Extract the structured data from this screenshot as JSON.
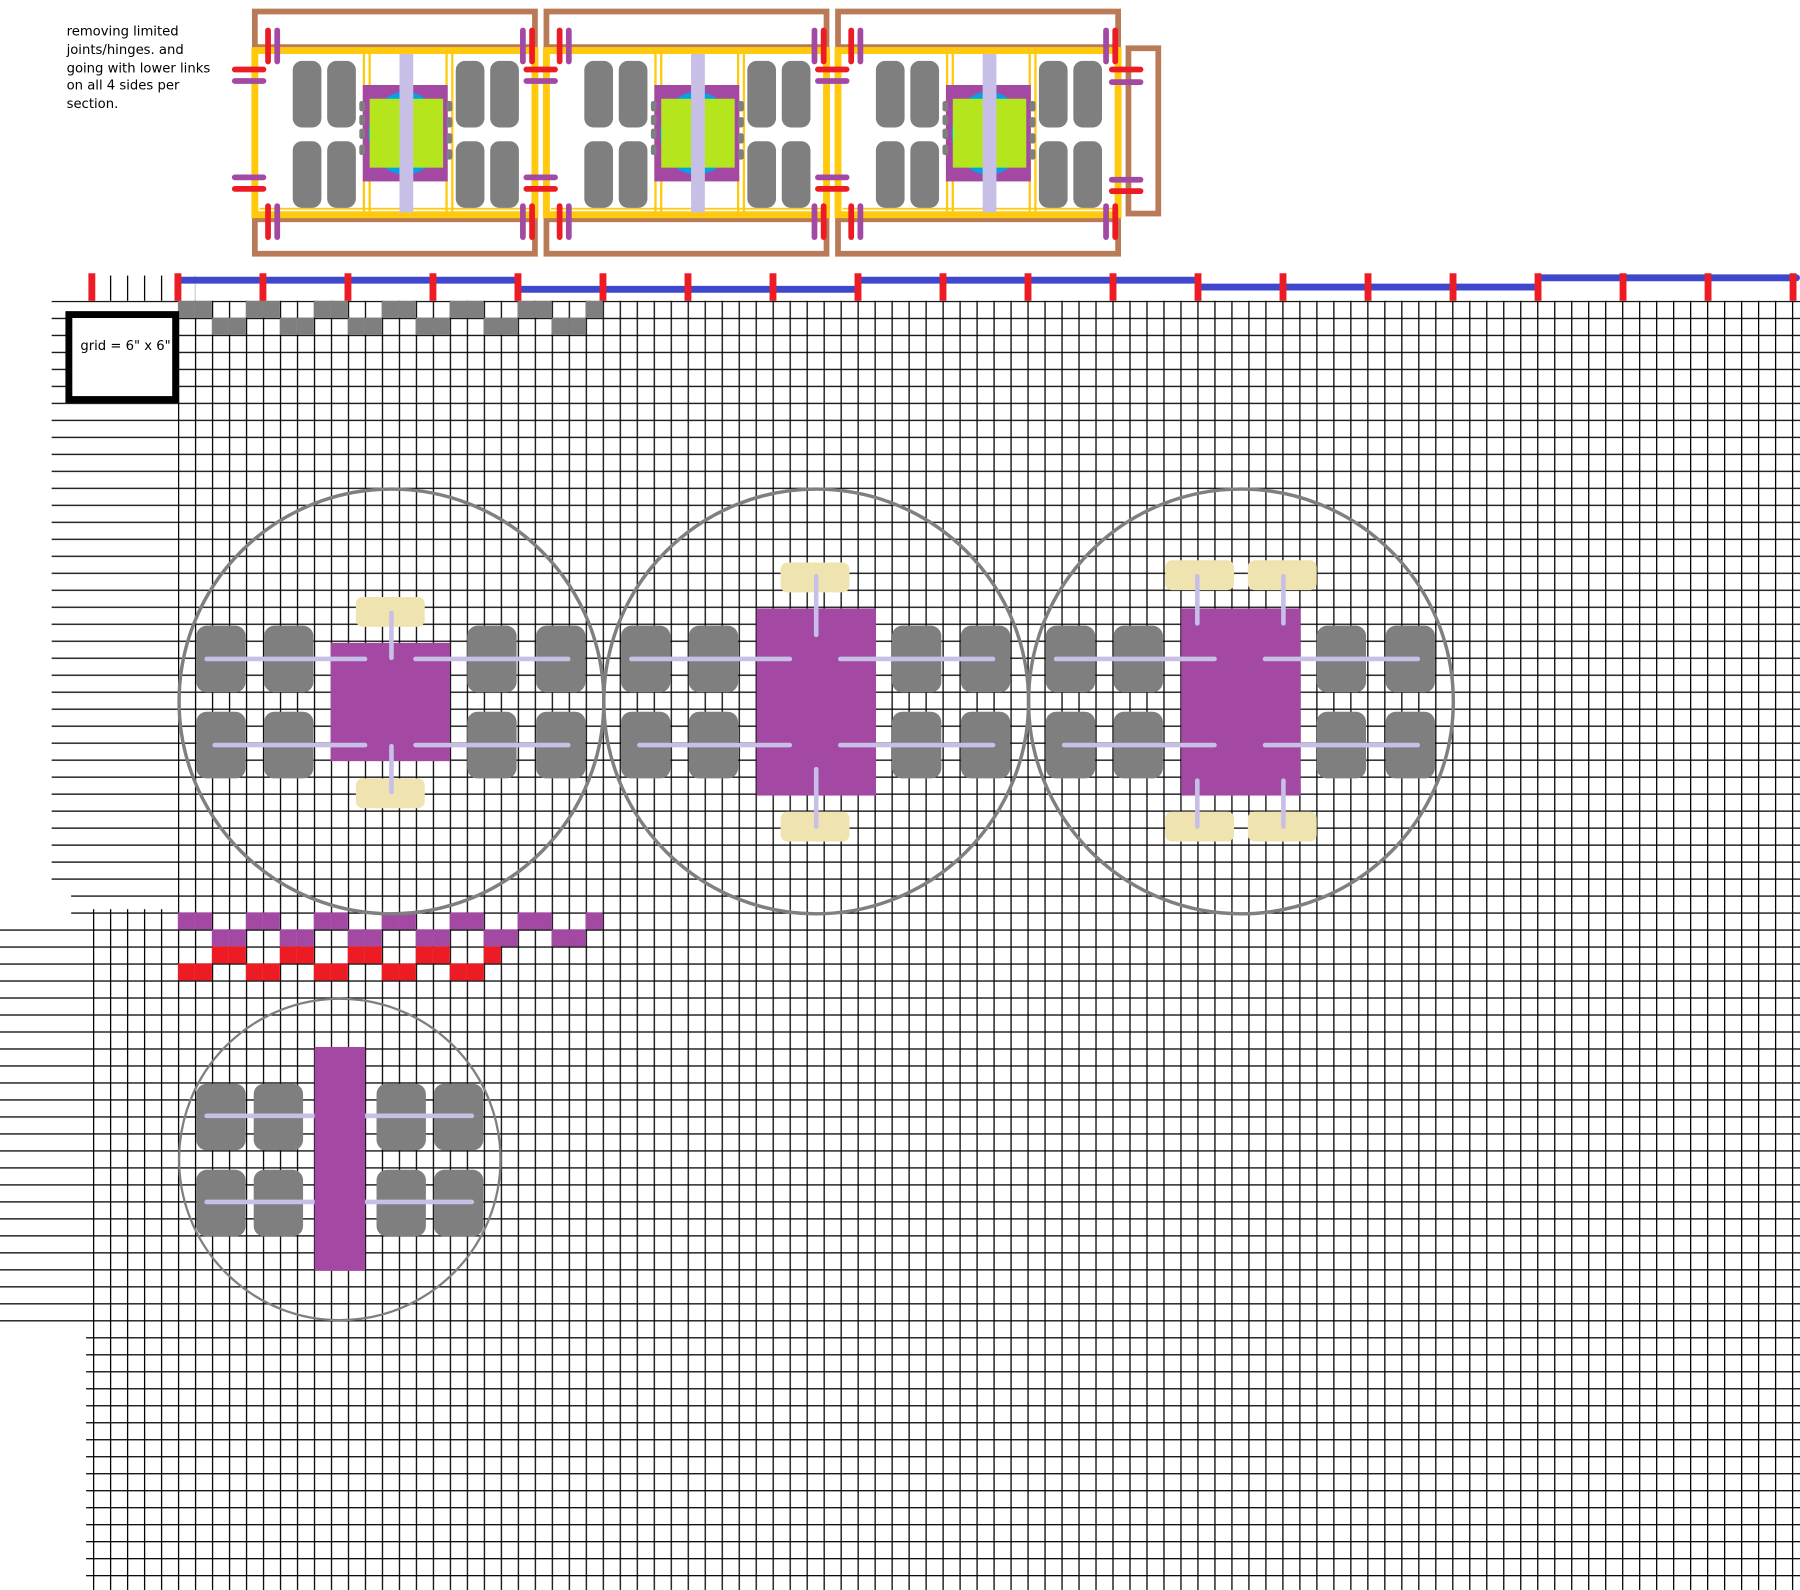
{
  "note": {
    "lines": [
      "removing limited",
      "joints/hinges. and",
      "going with lower links",
      "on all 4 sides per",
      "section."
    ]
  },
  "legend": {
    "label": "grid = 6\" x 6\""
  },
  "colors": {
    "grid_line": "#000000",
    "wheel": "#7f7f7f",
    "body": "#a349a4",
    "axle": "#c8bfe7",
    "caster": "#efe4b0",
    "frame_yellow": "#ffc90e",
    "frame_brown": "#b97a57",
    "hinge_red": "#ed1c24",
    "hinge_purple": "#a349a4",
    "rail_blue": "#3f48cc",
    "core_lime": "#b5e61d",
    "core_blue": "#00a2e8"
  }
}
